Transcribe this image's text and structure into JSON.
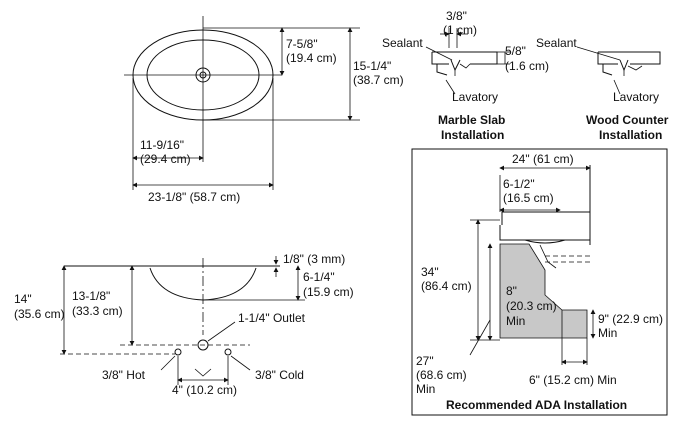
{
  "colors": {
    "ink": "#111111",
    "ada_fill": "#c8c8c8",
    "page": "#ffffff"
  },
  "top_view": {
    "depth_half": "7-5/8\"",
    "depth_half_cm": "(19.4 cm)",
    "depth": "15-1/4\"",
    "depth_cm": "(38.7 cm)",
    "center": "11-9/16\"",
    "center_cm": "(29.4 cm)",
    "width": "23-1/8\" (58.7 cm)"
  },
  "marble": {
    "dim": "3/8\"",
    "dim_cm": "(1 cm)",
    "dim2": "5/8\"",
    "dim2_cm": "(1.6 cm)",
    "sealant": "Sealant",
    "lavatory": "Lavatory",
    "title_line1": "Marble Slab",
    "title_line2": "Installation"
  },
  "wood": {
    "sealant": "Sealant",
    "lavatory": "Lavatory",
    "title_line1": "Wood Counter",
    "title_line2": "Installation"
  },
  "side_view": {
    "rim": "1/8\" (3 mm)",
    "bowl_depth": "6-1/4\"",
    "bowl_depth_cm": "(15.9 cm)",
    "total": "14\"",
    "total_cm": "(35.6 cm)",
    "outlet_height": "13-1/8\"",
    "outlet_height_cm": "(33.3 cm)",
    "outlet": "1-1/4\" Outlet",
    "hot": "3/8\" Hot",
    "cold": "3/8\" Cold",
    "spacing": "4\" (10.2 cm)"
  },
  "ada": {
    "counter_depth": "24\" (61 cm)",
    "setback": "6-1/2\"",
    "setback_cm": "(16.5 cm)",
    "height": "34\"",
    "height_cm": "(86.4 cm)",
    "knee": "8\"",
    "knee_cm": "(20.3 cm)",
    "knee_min": "Min",
    "toe": "9\" (22.9 cm)",
    "toe_min": "Min",
    "clear": "27\"",
    "clear_cm": "(68.6 cm)",
    "clear_min": "Min",
    "toe_depth": "6\" (15.2 cm) Min",
    "title": "Recommended ADA Installation"
  }
}
